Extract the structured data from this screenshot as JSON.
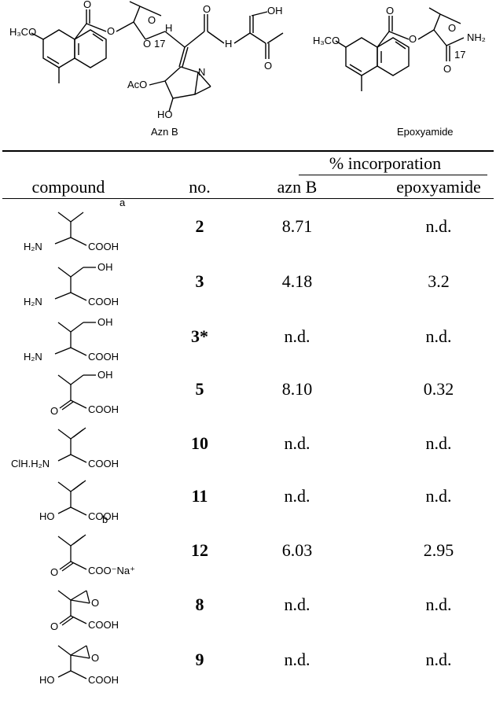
{
  "structures": {
    "aznb": {
      "caption": "Azn B",
      "methoxy": "H₃CO",
      "acetoxy": "AcO",
      "hydroxy": "HO",
      "hydroxy_top": "OH",
      "position": "17",
      "o": "O",
      "nh": "H",
      "n_atom": "N"
    },
    "epoxyamide": {
      "caption": "Epoxyamide",
      "methoxy": "H₃CO",
      "amide": "NH₂",
      "position": "17",
      "o": "O"
    }
  },
  "table": {
    "group_header": "% incorporation",
    "columns": [
      "compound",
      "no.",
      "azn B",
      "epoxyamide"
    ],
    "footnote_a": "a",
    "footnote_b": "b",
    "rows": [
      {
        "no": "2",
        "azn_b": "8.71",
        "epoxyamide": "n.d.",
        "labels": {
          "amine": "H₂N",
          "acid": "COOH"
        }
      },
      {
        "no": "3",
        "azn_b": "4.18",
        "epoxyamide": "3.2",
        "labels": {
          "amine": "H₂N",
          "acid": "COOH",
          "oh": "OH"
        }
      },
      {
        "no": "3*",
        "azn_b": "n.d.",
        "epoxyamide": "n.d.",
        "labels": {
          "amine": "H₂N",
          "acid": "COOH",
          "oh": "OH"
        }
      },
      {
        "no": "5",
        "azn_b": "8.10",
        "epoxyamide": "0.32",
        "labels": {
          "keto": "O",
          "acid": "COOH",
          "oh": "OH"
        }
      },
      {
        "no": "10",
        "azn_b": "n.d.",
        "epoxyamide": "n.d.",
        "labels": {
          "amine": "ClH.H₂N",
          "acid": "COOH"
        }
      },
      {
        "no": "11",
        "azn_b": "n.d.",
        "epoxyamide": "n.d.",
        "labels": {
          "hydroxy": "HO",
          "acid": "COOH"
        }
      },
      {
        "no": "12",
        "azn_b": "6.03",
        "epoxyamide": "2.95",
        "labels": {
          "keto": "O",
          "acid": "COO⁻Na⁺"
        }
      },
      {
        "no": "8",
        "azn_b": "n.d.",
        "epoxyamide": "n.d.",
        "labels": {
          "keto": "O",
          "acid": "COOH",
          "epox": "O"
        }
      },
      {
        "no": "9",
        "azn_b": "n.d.",
        "epoxyamide": "n.d.",
        "labels": {
          "hydroxy": "HO",
          "acid": "COOH",
          "epox": "O"
        }
      }
    ]
  }
}
